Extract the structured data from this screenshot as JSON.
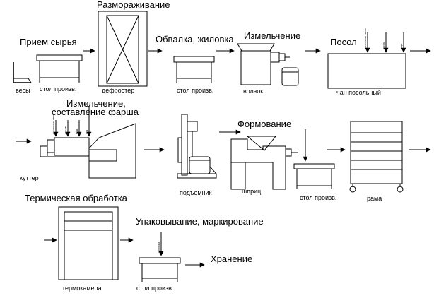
{
  "stages": {
    "priem": "Прием сырья",
    "razmorazhivanie": "Размораживание",
    "obvalka": "Обвалка, жиловка",
    "izmelchenie1": "Измельчение",
    "posol": "Посол",
    "izmelchenie2_line1": "Измельчение,",
    "izmelchenie2_line2": "составление фарша",
    "formovanie": "Формование",
    "termo": "Термическая обработка",
    "upakovka": "Упаковывание, маркирование",
    "hranenie": "Хранение"
  },
  "equipment": {
    "vesy": "весы",
    "stol1": "стол произв.",
    "defroster": "дефростер",
    "stol2": "стол произв.",
    "volchok": "волчок",
    "chan": "чан посольный",
    "kutter": "куттер",
    "podemnik": "подъемник",
    "shpric": "шприц",
    "stol3": "стол произв.",
    "rama": "рама",
    "termokamera": "термокамера",
    "stol4": "стол произв."
  },
  "inputs": {
    "posol_1": "посолочная смесь",
    "posol_2": "рассол",
    "posol_3": "вода",
    "kutter_1": "посолочная смесь",
    "kutter_2": "специи",
    "kutter_3": "вода",
    "kutter_4": "лёд",
    "upak_1": "оболочка"
  }
}
